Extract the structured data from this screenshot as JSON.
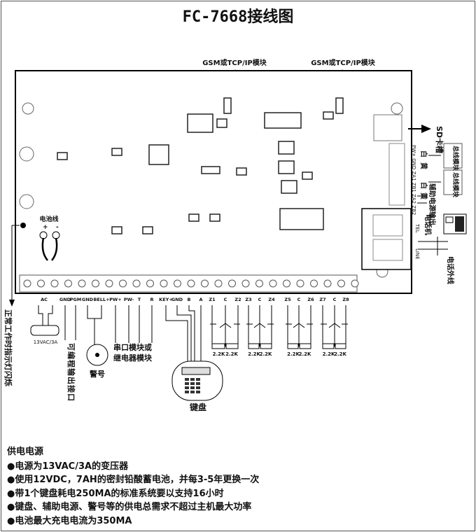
{
  "title": "FC-7668接线图",
  "modules": {
    "gsm_left": "GSM或TCP/IP模块",
    "gsm_right": "GSM或TCP/IP模块",
    "sd": "SD卡槽"
  },
  "battery": {
    "label": "电池线",
    "plus": "+",
    "minus": "-"
  },
  "indicator": "正常工作时指示灯闪烁",
  "terminals": [
    "AC",
    "GND",
    "PGM",
    "GND",
    "BELL+",
    "PW+",
    "PW-",
    "T",
    "R",
    "KEY+",
    "GND",
    "B",
    "A",
    "Z1",
    "C",
    "Z2",
    "Z3",
    "C",
    "Z4",
    "Z5",
    "C",
    "Z6",
    "Z7",
    "C",
    "Z8"
  ],
  "transformer": "13VAC/3A",
  "pgm_label": "可编程输出接口",
  "siren_label": "警号",
  "relay_label_1": "串口模块或",
  "relay_label_2": "继电器模块",
  "keypad_label": "键盘",
  "resistor": "2.2K",
  "right": {
    "bus_terms": "PW+ GND ZA1 ZB1 ZA2 ZB2",
    "yellow": "黄",
    "white": "白",
    "bus_module": "总线模块",
    "aux_power": "辅助电源输出",
    "tel": "TEL",
    "line": "LINE",
    "phone": "电话机",
    "outside_line": "电话外线"
  },
  "notes": {
    "heading": "供电电源",
    "items": [
      "●电源为13VAC/3A的变压器",
      "●使用12VDC，7AH的密封铅酸蓄电池，并每3-5年更换一次",
      "●带1个键盘耗电250MA的标准系统要以支持16小时",
      "●键盘、辅助电源、警号等的供电总需求不超过主机最大功率",
      "●电池最大充电电流为350MA"
    ]
  }
}
